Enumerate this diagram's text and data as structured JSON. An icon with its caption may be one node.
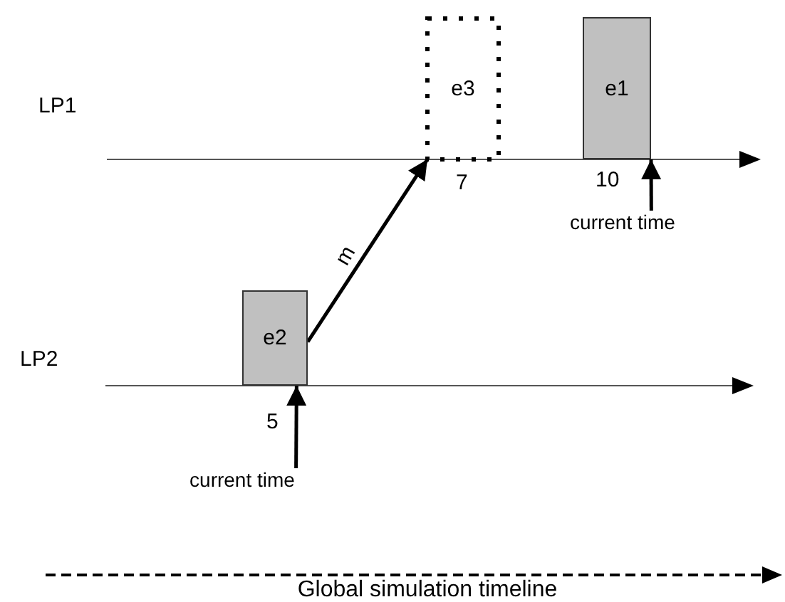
{
  "diagram": {
    "nodes": [
      {
        "text": [
          "e1"
        ],
        "beside": [
          "10"
        ]
      },
      {
        "text": [
          "e2"
        ],
        "beside": [
          "5"
        ]
      },
      {
        "text": [
          "e3"
        ],
        "beside": [
          "7"
        ]
      },
      {
        "text": [
          "current time"
        ]
      },
      {
        "text": [
          "current time"
        ]
      }
    ],
    "edges": [
      {
        "from": 1,
        "to": 2,
        "arrow": "to",
        "label": "m"
      },
      {
        "from": 3,
        "to": 0,
        "arrow": "to"
      },
      {
        "from": 4,
        "to": 1,
        "arrow": "to"
      }
    ],
    "labels": [
      "LP1",
      "LP2",
      "Global simulation timeline"
    ]
  }
}
